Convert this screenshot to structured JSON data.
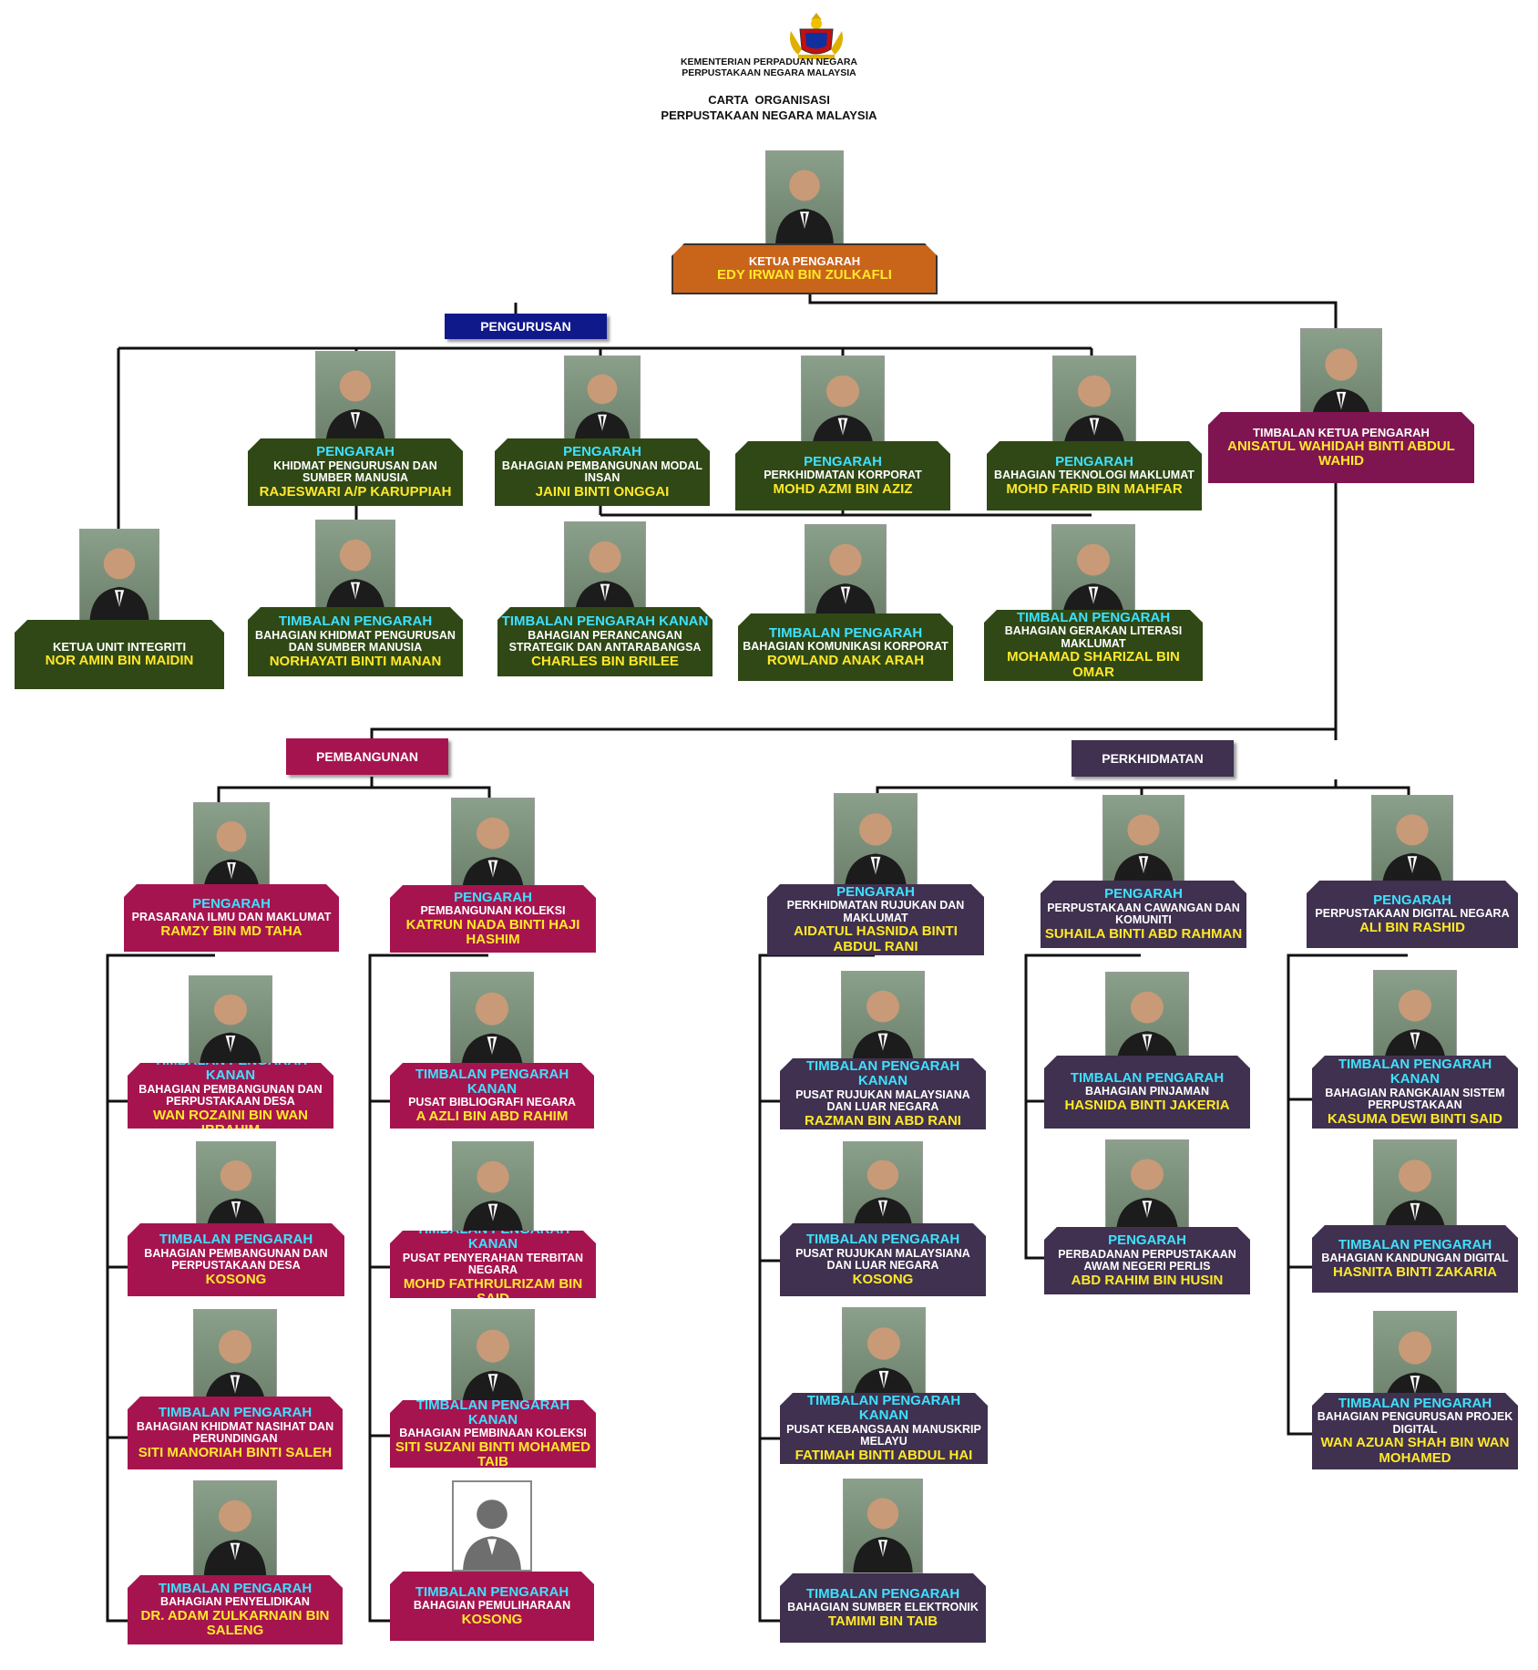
{
  "header": {
    "ministry": "KEMENTERIAN PERPADUAN NEGARA",
    "agency": "PERPUSTAKAAN NEGARA MALAYSIA",
    "chart_title_1": "CARTA  ORGANISASI",
    "chart_title_2": "PERPUSTAKAAN NEGARA MALAYSIA"
  },
  "sections": {
    "pengurusan": "PENGURUSAN",
    "pembangunan": "PEMBANGUNAN",
    "perkhidmatan": "PERKHIDMATAN"
  },
  "colors": {
    "orange": "#c9641b",
    "green": "#2f4815",
    "maroon": "#a6144f",
    "purple": "#3f314f",
    "plum": "#7f1550",
    "navy": "#10198a",
    "role_cyan": "#3fe0ff",
    "name_yellow": "#ffe82a"
  },
  "nodes": {
    "ketua": {
      "role": "KETUA PENGARAH",
      "dept": "",
      "name": "EDY IRWAN BIN ZULKAFLI"
    },
    "timbalan_ketua": {
      "role": "TIMBALAN KETUA PENGARAH",
      "dept": "",
      "name": "ANISATUL WAHIDAH BINTI ABDUL WAHID"
    },
    "integriti": {
      "role": "KETUA UNIT INTEGRITI",
      "dept": "",
      "name": "NOR AMIN BIN MAIDIN"
    },
    "khidmat": {
      "role": "PENGARAH",
      "dept": "KHIDMAT PENGURUSAN DAN SUMBER MANUSIA",
      "name": "RAJESWARI A/P KARUPPIAH"
    },
    "modal_insan": {
      "role": "PENGARAH",
      "dept": "BAHAGIAN PEMBANGUNAN MODAL INSAN",
      "name": "JAINI BINTI ONGGAI"
    },
    "korporat": {
      "role": "PENGARAH",
      "dept": "PERKHIDMATAN KORPORAT",
      "name": "MOHD AZMI BIN AZIZ"
    },
    "tmk": {
      "role": "PENGARAH",
      "dept": "BAHAGIAN TEKNOLOGI MAKLUMAT",
      "name": "MOHD FARID BIN MAHFAR"
    },
    "tp_khidmat": {
      "role": "TIMBALAN PENGARAH",
      "dept": "BAHAGIAN KHIDMAT PENGURUSAN DAN SUMBER MANUSIA",
      "name": "NORHAYATI BINTI MANAN"
    },
    "tpk_strategik": {
      "role": "TIMBALAN PENGARAH KANAN",
      "dept": "BAHAGIAN PERANCANGAN STRATEGIK DAN ANTARABANGSA",
      "name": "CHARLES BIN BRILEE"
    },
    "tp_komunikasi": {
      "role": "TIMBALAN PENGARAH",
      "dept": "BAHAGIAN KOMUNIKASI KORPORAT",
      "name": "ROWLAND ANAK ARAH"
    },
    "tp_literasi": {
      "role": "TIMBALAN PENGARAH",
      "dept": "BAHAGIAN GERAKAN LITERASI MAKLUMAT",
      "name": "MOHAMAD SHARIZAL BIN OMAR"
    },
    "prasarana": {
      "role": "PENGARAH",
      "dept": "PRASARANA ILMU DAN MAKLUMAT",
      "name": "RAMZY BIN MD TAHA"
    },
    "koleksi": {
      "role": "PENGARAH",
      "dept": "PEMBANGUNAN KOLEKSI",
      "name": "KATRUN NADA BINTI HAJI HASHIM"
    },
    "p1": {
      "role": "TIMBALAN PENGARAH KANAN",
      "dept": "BAHAGIAN PEMBANGUNAN DAN PERPUSTAKAAN DESA",
      "name": "WAN ROZAINI BIN WAN IBRAHIM"
    },
    "p2": {
      "role": "TIMBALAN PENGARAH",
      "dept": "BAHAGIAN PEMBANGUNAN DAN PERPUSTAKAAN DESA",
      "name": "KOSONG"
    },
    "p3": {
      "role": "TIMBALAN PENGARAH",
      "dept": "BAHAGIAN KHIDMAT NASIHAT DAN PERUNDINGAN",
      "name": "SITI MANORIAH BINTI SALEH"
    },
    "p4": {
      "role": "TIMBALAN PENGARAH",
      "dept": "BAHAGIAN PENYELIDIKAN",
      "name": "DR. ADAM ZULKARNAIN BIN SALENG"
    },
    "k1": {
      "role": "TIMBALAN PENGARAH KANAN",
      "dept": "PUSAT BIBLIOGRAFI NEGARA",
      "name": "A AZLI BIN ABD RAHIM"
    },
    "k2": {
      "role": "TIMBALAN PENGARAH KANAN",
      "dept": "PUSAT PENYERAHAN TERBITAN NEGARA",
      "name": "MOHD FATHRULRIZAM BIN SAID"
    },
    "k3": {
      "role": "TIMBALAN PENGARAH KANAN",
      "dept": "BAHAGIAN PEMBINAAN KOLEKSI",
      "name": "SITI SUZANI BINTI MOHAMED TAIB"
    },
    "k4": {
      "role": "TIMBALAN PENGARAH",
      "dept": "BAHAGIAN PEMULIHARAAN",
      "name": "KOSONG"
    },
    "rujukan": {
      "role": "PENGARAH",
      "dept": "PERKHIDMATAN RUJUKAN DAN MAKLUMAT",
      "name": "AIDATUL HASNIDA BINTI ABDUL RANI"
    },
    "cawangan": {
      "role": "PENGARAH",
      "dept": "PERPUSTAKAAN CAWANGAN DAN KOMUNITI",
      "name": "SUHAILA BINTI ABD RAHMAN"
    },
    "digital": {
      "role": "PENGARAH",
      "dept": "PERPUSTAKAAN DIGITAL NEGARA",
      "name": "ALI BIN RASHID"
    },
    "r1": {
      "role": "TIMBALAN PENGARAH KANAN",
      "dept": "PUSAT RUJUKAN MALAYSIANA DAN LUAR NEGARA",
      "name": "RAZMAN BIN ABD RANI"
    },
    "r2": {
      "role": "TIMBALAN PENGARAH",
      "dept": "PUSAT RUJUKAN MALAYSIANA DAN LUAR NEGARA",
      "name": "KOSONG"
    },
    "r3": {
      "role": "TIMBALAN PENGARAH KANAN",
      "dept": "PUSAT KEBANGSAAN MANUSKRIP MELAYU",
      "name": "FATIMAH BINTI ABDUL HAI"
    },
    "r4": {
      "role": "TIMBALAN PENGARAH",
      "dept": "BAHAGIAN SUMBER ELEKTRONIK",
      "name": "TAMIMI BIN TAIB"
    },
    "c1": {
      "role": "TIMBALAN PENGARAH",
      "dept": "BAHAGIAN PINJAMAN",
      "name": "HASNIDA BINTI JAKERIA"
    },
    "c2": {
      "role": "PENGARAH",
      "dept": "PERBADANAN PERPUSTAKAAN AWAM NEGERI PERLIS",
      "name": "ABD RAHIM BIN HUSIN"
    },
    "d1": {
      "role": "TIMBALAN PENGARAH KANAN",
      "dept": "BAHAGIAN RANGKAIAN SISTEM PERPUSTAKAAN",
      "name": "KASUMA DEWI BINTI SAID"
    },
    "d2": {
      "role": "TIMBALAN PENGARAH",
      "dept": "BAHAGIAN KANDUNGAN DIGITAL",
      "name": "HASNITA BINTI ZAKARIA"
    },
    "d3": {
      "role": "TIMBALAN PENGARAH",
      "dept": "BAHAGIAN PENGURUSAN PROJEK DIGITAL",
      "name": "WAN AZUAN SHAH BIN WAN MOHAMED"
    }
  }
}
